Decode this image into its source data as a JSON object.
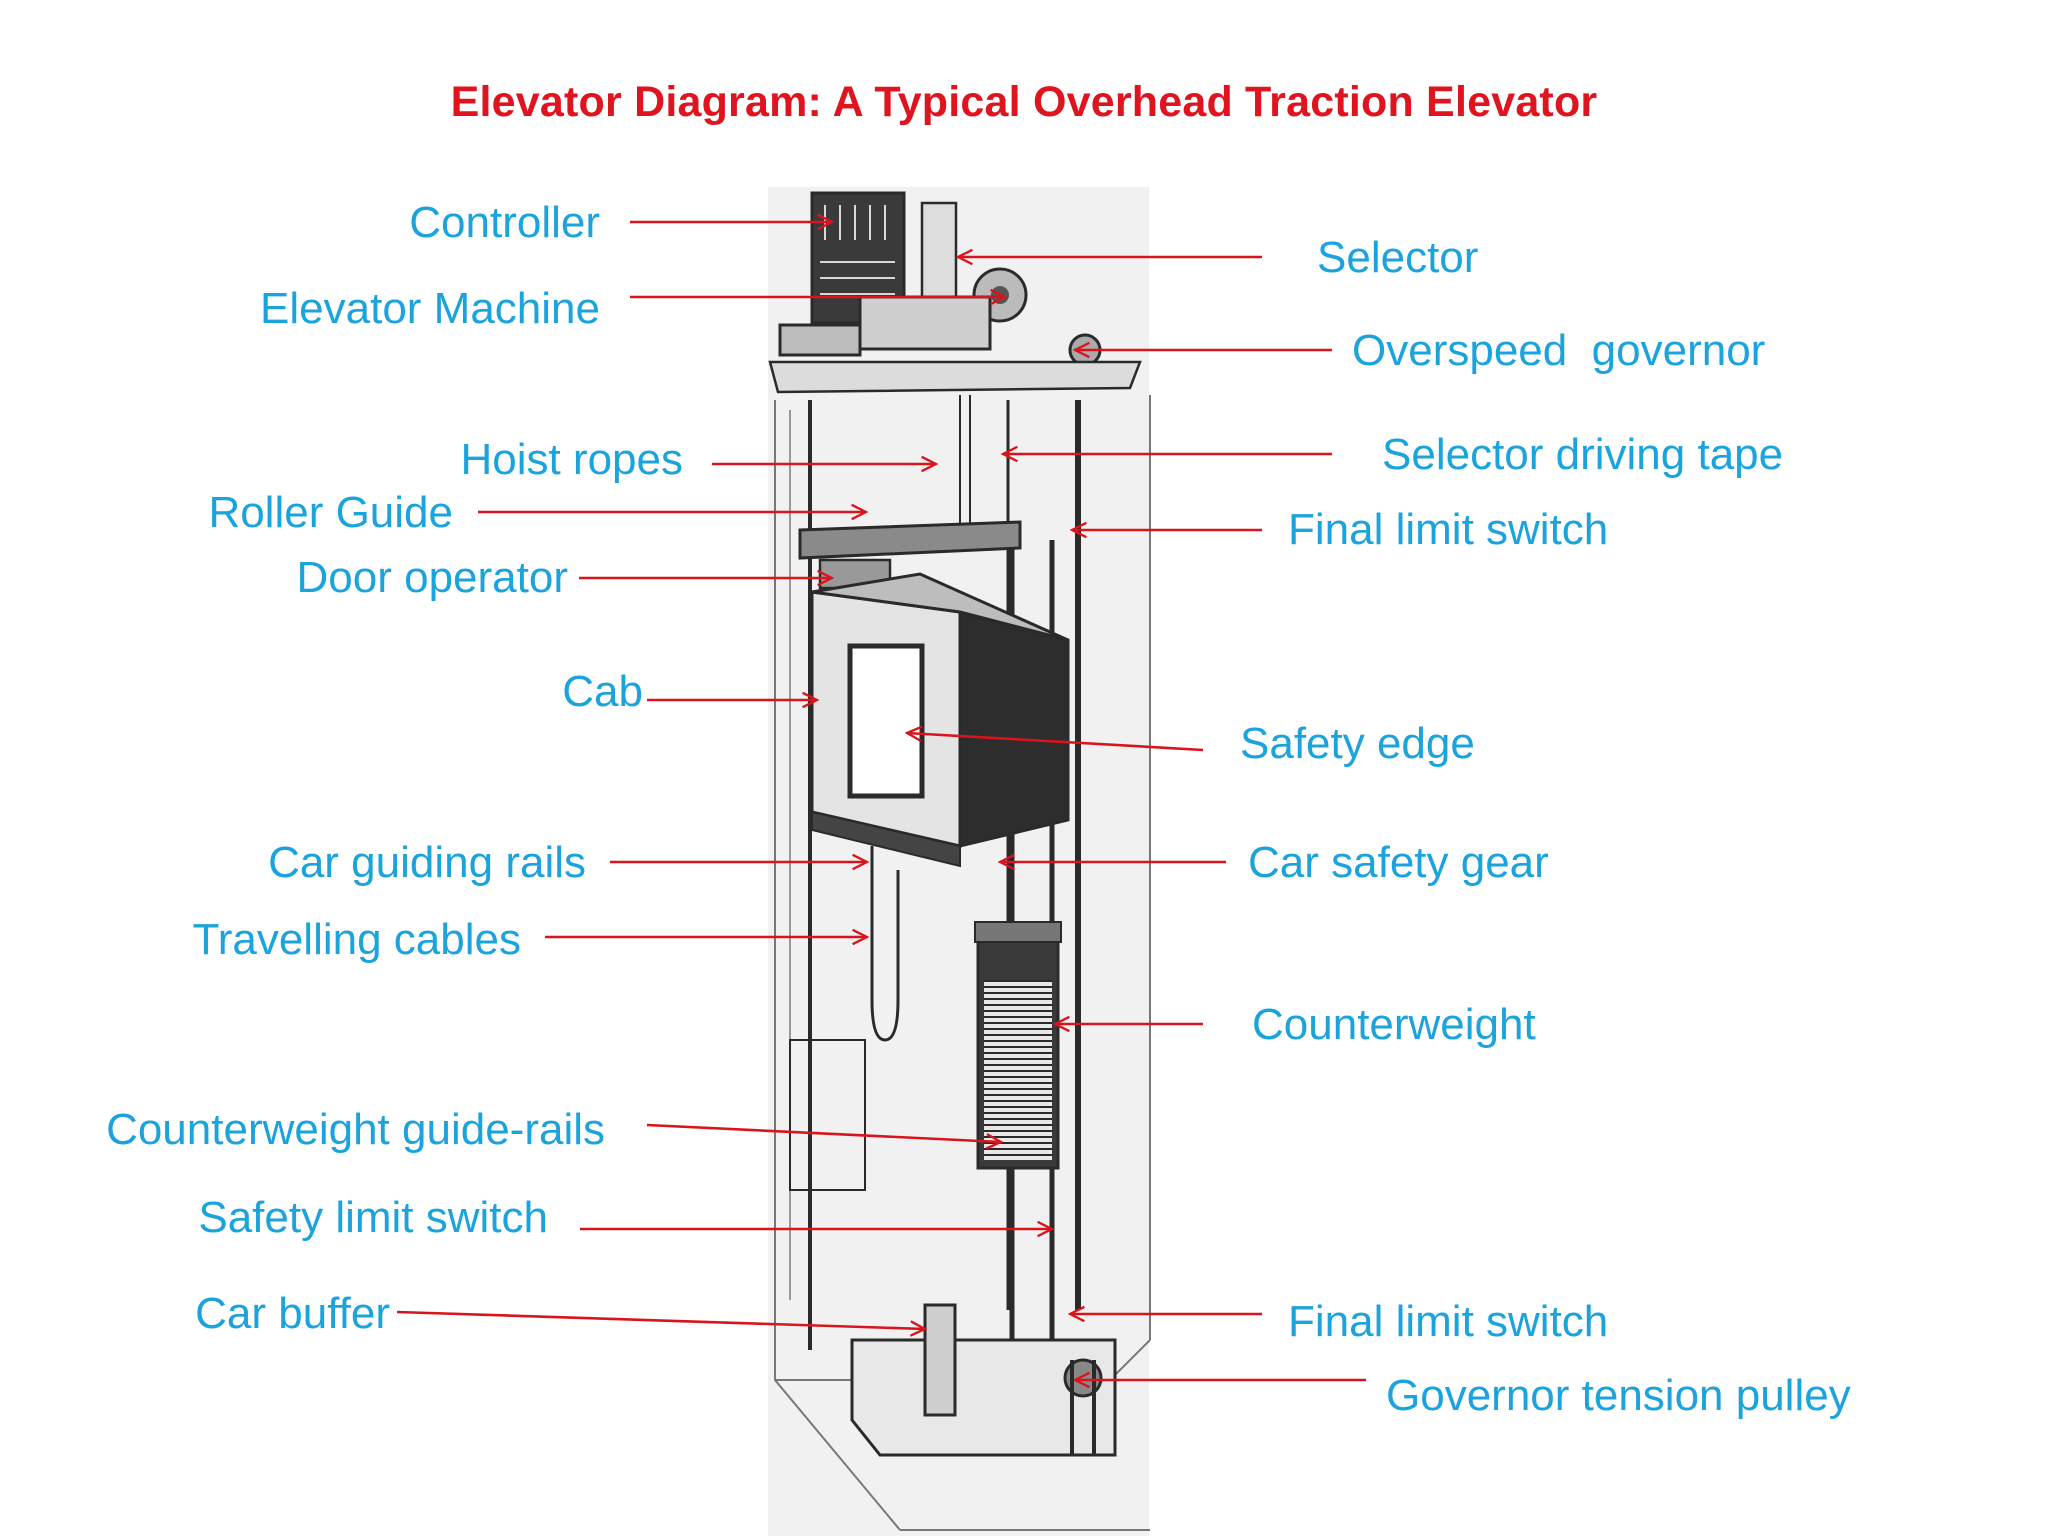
{
  "title": "Elevator Diagram: A Typical Overhead Traction Elevator",
  "colors": {
    "title": "#e0141e",
    "label": "#1aa3dc",
    "arrow": "#d9141c",
    "illustration_ink": "#2a2a2a",
    "illustration_paper": "#f1f1f1"
  },
  "labels_left": [
    "Controller",
    "Elevator Machine",
    "Hoist ropes",
    "Roller Guide",
    "Door operator",
    "Cab",
    "Car guiding rails",
    "Travelling cables",
    "Counterweight guide-rails",
    "Safety limit switch",
    "Car buffer"
  ],
  "labels_right": [
    "Selector",
    "Overspeed  governor",
    "Selector driving tape",
    "Final limit switch",
    "Safety edge",
    "Car safety gear",
    "Counterweight",
    "Final limit switch",
    "Governor tension pulley"
  ]
}
